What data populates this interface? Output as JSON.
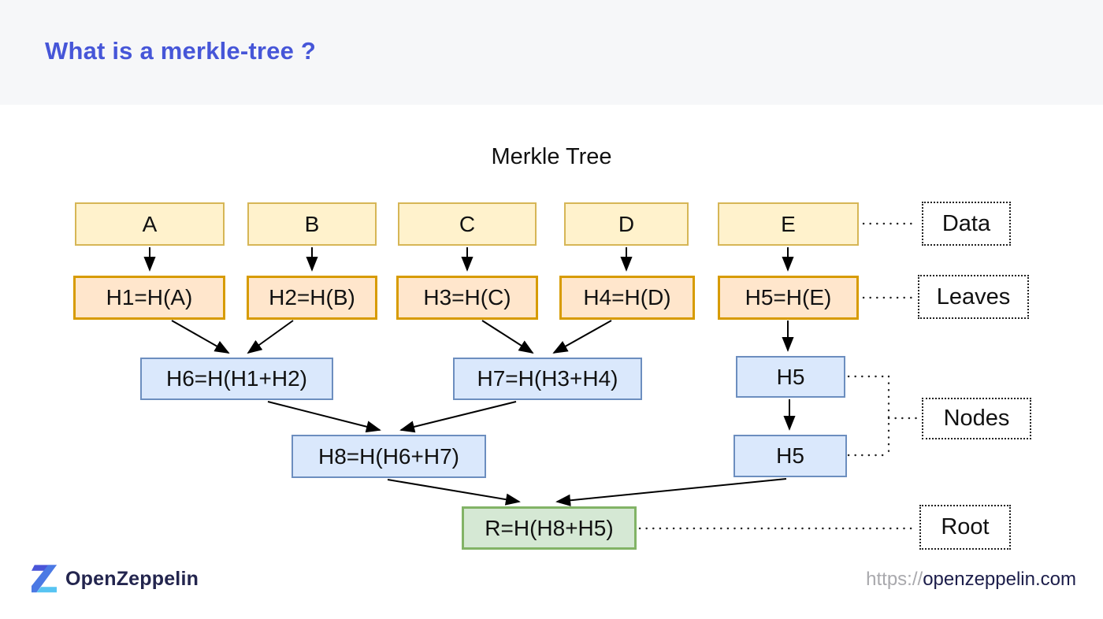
{
  "header": {
    "title": "What is a merkle-tree ?"
  },
  "diagram": {
    "title": "Merkle Tree",
    "nodes": {
      "a": "A",
      "b": "B",
      "c": "C",
      "d": "D",
      "e": "E",
      "h1": "H1=H(A)",
      "h2": "H2=H(B)",
      "h3": "H3=H(C)",
      "h4": "H4=H(D)",
      "h5": "H5=H(E)",
      "h6": "H6=H(H1+H2)",
      "h7": "H7=H(H3+H4)",
      "n5a": "H5",
      "h8": "H8=H(H6+H7)",
      "n5b": "H5",
      "r": "R=H(H8+H5)"
    },
    "tags": {
      "data": "Data",
      "leaves": "Leaves",
      "nodes": "Nodes",
      "root": "Root"
    },
    "edges": [
      [
        "a",
        "h1"
      ],
      [
        "b",
        "h2"
      ],
      [
        "c",
        "h3"
      ],
      [
        "d",
        "h4"
      ],
      [
        "e",
        "h5"
      ],
      [
        "h1",
        "h6"
      ],
      [
        "h2",
        "h6"
      ],
      [
        "h3",
        "h7"
      ],
      [
        "h4",
        "h7"
      ],
      [
        "h5",
        "n5a"
      ],
      [
        "n5a",
        "n5b"
      ],
      [
        "h6",
        "h8"
      ],
      [
        "h7",
        "h8"
      ],
      [
        "h8",
        "r"
      ],
      [
        "n5b",
        "r"
      ]
    ],
    "tag_links": [
      [
        "e",
        "data"
      ],
      [
        "h5",
        "leaves"
      ],
      [
        "n5a",
        "nodes"
      ],
      [
        "n5b",
        "nodes"
      ],
      [
        "r",
        "root"
      ]
    ],
    "colors": {
      "accent": "#4656d8",
      "data_fill": "#FFF2CC",
      "data_border": "#D6B656",
      "leaf_fill": "#FFE6CC",
      "leaf_border": "#D79B00",
      "node_fill": "#DAE8FC",
      "node_border": "#6C8EBF",
      "root_fill": "#D5E8D4",
      "root_border": "#82B366",
      "logo_top": "#4a55d8",
      "logo_diag": "#4b79e4",
      "logo_bottom": "#57c4f2"
    }
  },
  "footer": {
    "brand": "OpenZeppelin",
    "url_prefix": "https://",
    "url_domain": "openzeppelin.com"
  }
}
